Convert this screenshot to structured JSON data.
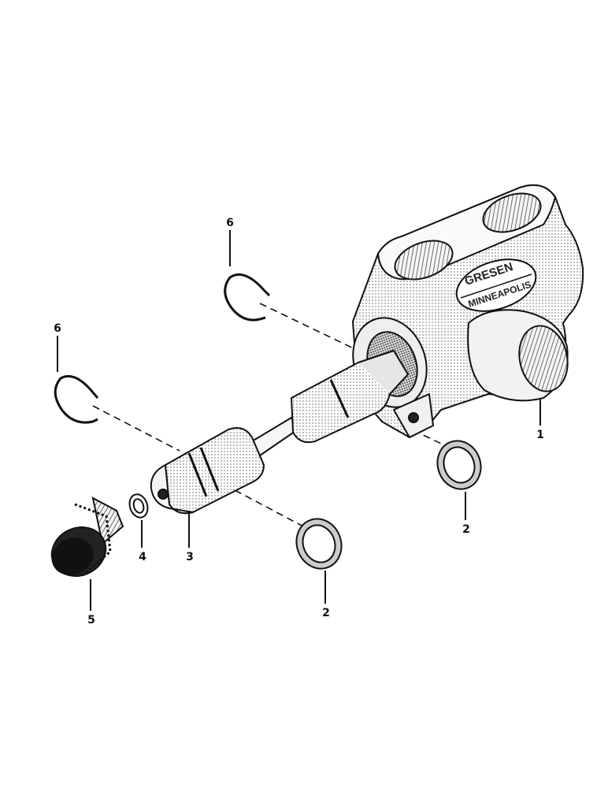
{
  "diagram": {
    "callouts": [
      {
        "id": "1",
        "label": "1",
        "part": "valve-body"
      },
      {
        "id": "2a",
        "label": "2",
        "part": "o-ring-upper"
      },
      {
        "id": "2b",
        "label": "2",
        "part": "o-ring-lower"
      },
      {
        "id": "3",
        "label": "3",
        "part": "spool"
      },
      {
        "id": "4",
        "label": "4",
        "part": "washer"
      },
      {
        "id": "5",
        "label": "5",
        "part": "knob"
      },
      {
        "id": "6a",
        "label": "6",
        "part": "snap-ring-upper"
      },
      {
        "id": "6b",
        "label": "6",
        "part": "snap-ring-lower"
      }
    ],
    "nameplate": {
      "line1": "GRESEN",
      "line2": "MINNEAPOLIS"
    },
    "colors": {
      "ink": "#111111",
      "paper": "#ffffff",
      "shade": "#9a9a9a"
    }
  }
}
